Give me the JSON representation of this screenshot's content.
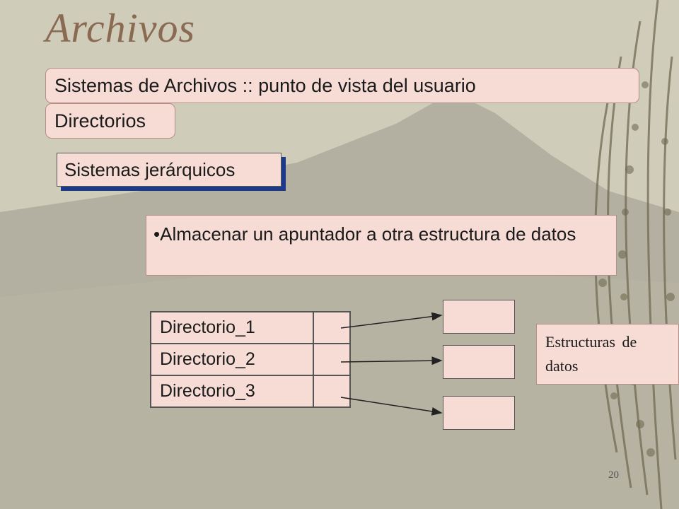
{
  "slide": {
    "title": "Archivos",
    "heading1": "Sistemas de Archivos :: punto de vista del usuario",
    "heading2": "Directorios",
    "subheading": "Sistemas jerárquicos",
    "bullet": "•Almacenar un apuntador a otra estructura de datos",
    "directories": [
      "Directorio_1",
      "Directorio_2",
      "Directorio_3"
    ],
    "structures_label": "Estructuras de datos",
    "page_number": "20"
  },
  "colors": {
    "box_fill": "#f7dcd6",
    "title": "#8a6a52",
    "shadow": "#1c3a8a",
    "background": "#c9c7b4"
  }
}
